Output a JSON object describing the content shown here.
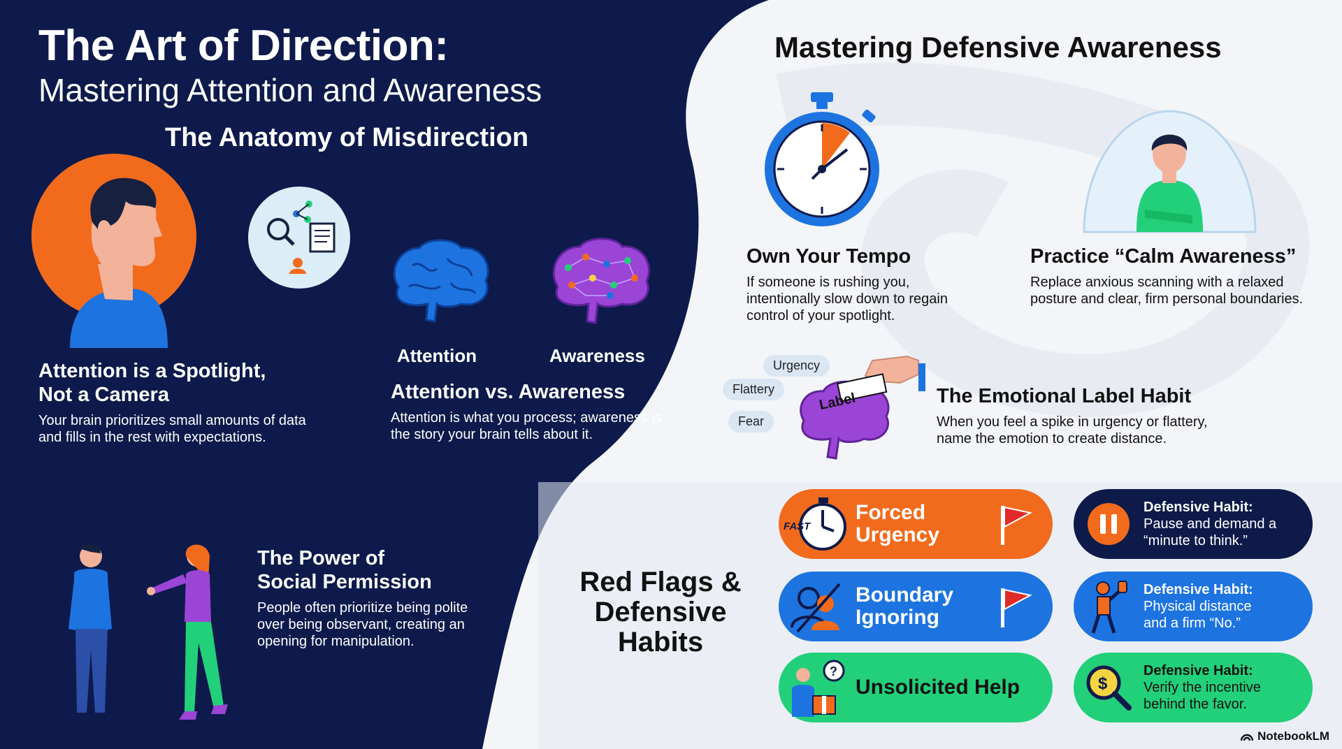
{
  "title": "The Art of Direction:",
  "subtitle": "Mastering Attention and Awareness",
  "left": {
    "section_title": "The Anatomy of Misdirection",
    "spotlight": {
      "heading_line1": "Attention is a Spotlight,",
      "heading_line2": "Not a Camera",
      "body": "Your brain prioritizes small amounts of data and fills in the rest with expectations."
    },
    "brain_labels": [
      "Attention",
      "Awareness"
    ],
    "vs": {
      "heading": "Attention vs. Awareness",
      "body": "Attention is what you process; awareness is the story your brain tells about it."
    },
    "social": {
      "heading_line1": "The Power of",
      "heading_line2": "Social Permission",
      "body": "People often prioritize being polite over being observant, creating an opening for manipulation."
    }
  },
  "right": {
    "section_title": "Mastering Defensive Awareness",
    "tempo": {
      "heading": "Own Your Tempo",
      "body": "If someone is rushing you, intentionally slow down to regain control of your spotlight."
    },
    "calm": {
      "heading": "Practice “Calm Awareness”",
      "body": "Replace anxious scanning with a relaxed posture and clear, firm personal boundaries."
    },
    "label_habit": {
      "heading": "The Emotional Label Habit",
      "body": "When you feel a spike in urgency or flattery, name the emotion to create distance.",
      "bubbles": [
        "Urgency",
        "Flattery",
        "Fear"
      ],
      "card_text": "Label"
    }
  },
  "redflags": {
    "heading_lines": [
      "Red Flags &",
      "Defensive",
      "Habits"
    ],
    "flags": [
      {
        "line1": "Forced",
        "line2": "Urgency",
        "color": "#f26b1d",
        "icon": "fast-stopwatch-icon",
        "badge": "FAST"
      },
      {
        "line1": "Boundary",
        "line2": "Ignoring",
        "color": "#1d74e0",
        "icon": "crossed-out-person-icon"
      },
      {
        "line1": "Unsolicited Help",
        "line2": "",
        "color": "#22d07a",
        "icon": "gift-question-icon"
      }
    ],
    "habits": [
      {
        "title": "Defensive Habit:",
        "line1": "Pause and demand a",
        "line2": "“minute to think.”",
        "color": "#0e1a4a",
        "icon": "pause-icon"
      },
      {
        "title": "Defensive Habit:",
        "line1": "Physical distance",
        "line2": "and a firm “No.”",
        "color": "#1d74e0",
        "icon": "stop-hand-person-icon"
      },
      {
        "title": "Defensive Habit:",
        "line1": "Verify the incentive",
        "line2": "behind the favor.",
        "color": "#22d07a",
        "icon": "dollar-magnifier-icon"
      }
    ]
  },
  "brand": "NotebookLM",
  "colors": {
    "navy": "#0d1a4b",
    "orange": "#f26b1d",
    "blue": "#1d74e0",
    "green": "#22d07a",
    "purple": "#9b45d6"
  }
}
